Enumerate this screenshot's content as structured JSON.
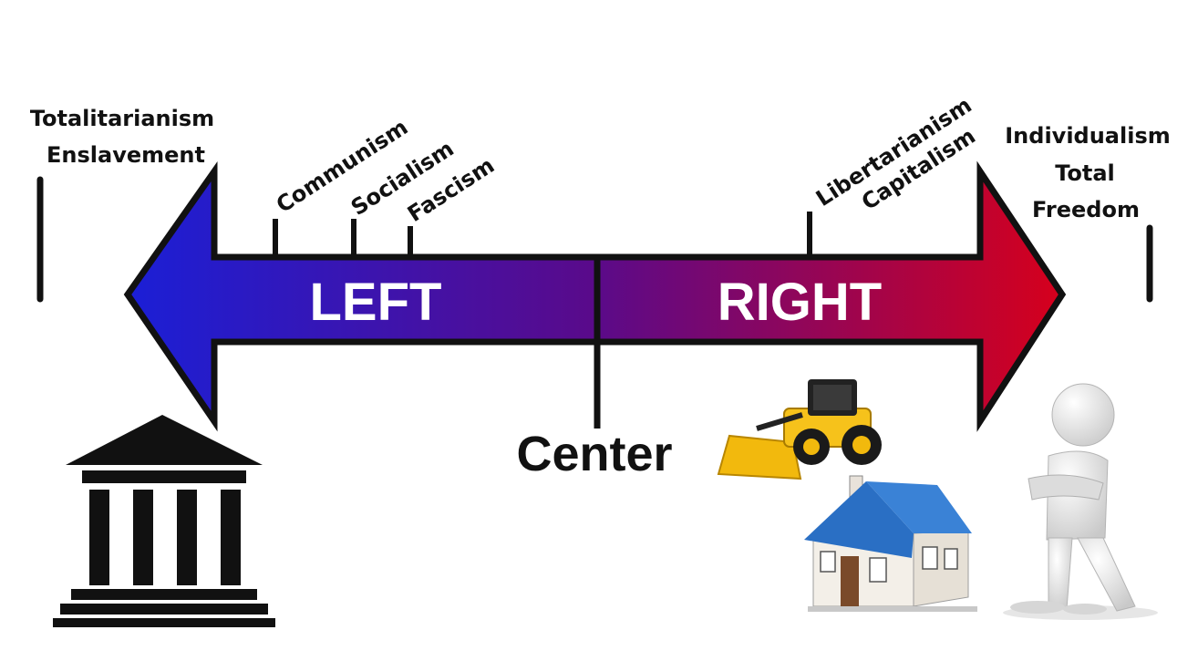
{
  "labels": {
    "left_extreme_line1": "Totalitarianism",
    "left_extreme_line2": "Enslavement",
    "communism": "Communism",
    "socialism": "Socialism",
    "fascism": "Fascism",
    "libertarianism": "Libertarianism",
    "capitalism": "Capitalism",
    "right_extreme_line1": "Individualism",
    "right_extreme_line2": "Total",
    "right_extreme_line3": "Freedom",
    "left": "LEFT",
    "right": "RIGHT",
    "center": "Center"
  },
  "colors": {
    "left_end": "#1b1fd6",
    "middle": "#5a0a8a",
    "right_end": "#d6001c",
    "outline": "#111111"
  },
  "icons": [
    "government-building-icon",
    "bulldozer-icon",
    "house-icon",
    "figure-icon"
  ]
}
